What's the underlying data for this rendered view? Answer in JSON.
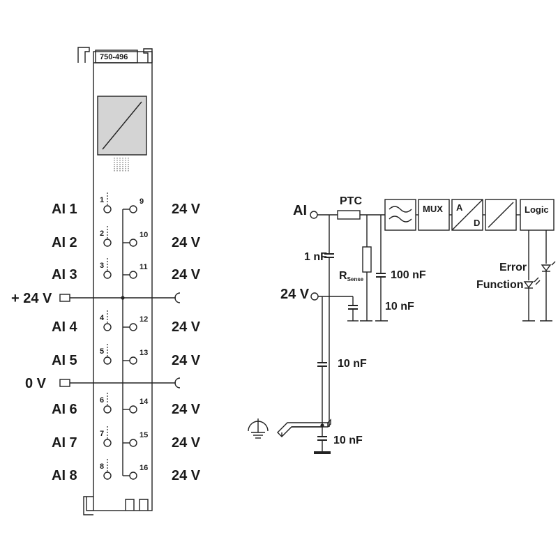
{
  "module": {
    "part_number": "750-496",
    "left_labels": [
      "AI 1",
      "AI 2",
      "AI 3",
      "+ 24 V",
      "AI 4",
      "AI 5",
      "0 V",
      "AI 6",
      "AI 7",
      "AI 8"
    ],
    "right_labels": [
      "24 V",
      "24 V",
      "24 V",
      "24 V",
      "24 V",
      "24 V",
      "24 V",
      "24 V"
    ],
    "terminal_numbers_left": [
      "1",
      "2",
      "3",
      "4",
      "5",
      "6",
      "7",
      "8"
    ],
    "terminal_numbers_right": [
      "9",
      "10",
      "11",
      "12",
      "13",
      "14",
      "15",
      "16"
    ]
  },
  "circuit": {
    "input_label": "AI",
    "supply_label": "24 V",
    "ptc_label": "PTC",
    "c_input": "1 nF",
    "r_sense_main": "R",
    "r_sense_sub": "Sense",
    "c_filter": "100 nF",
    "c_supply": "10 nF",
    "c_ground_link": "10 nF",
    "c_rail": "10 nF",
    "blocks": [
      "MUX",
      "A",
      "D",
      "Logic"
    ],
    "error_label": "Error",
    "function_label": "Function"
  }
}
